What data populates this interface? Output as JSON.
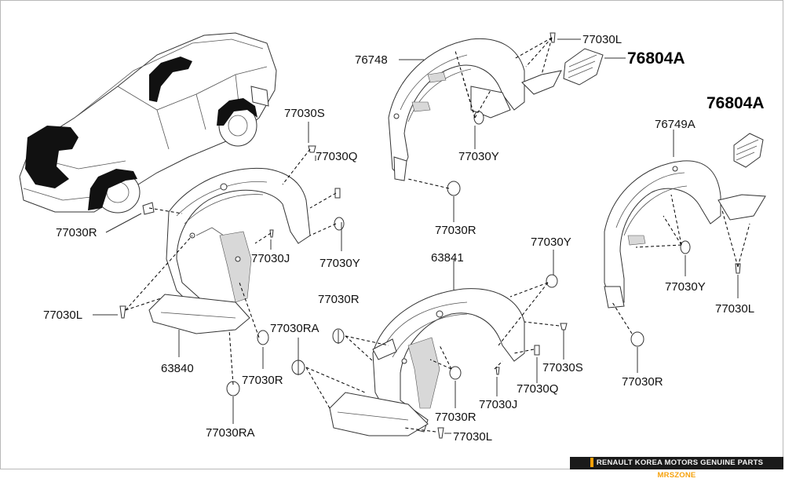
{
  "labels": {
    "l76748": "76748",
    "l77030L_top": "77030L",
    "l76804A_top": "76804A",
    "l76804A_right": "76804A",
    "l76749A": "76749A",
    "l77030S_left": "77030S",
    "l77030Q_left": "77030Q",
    "l77030Y_top": "77030Y",
    "l77030R_topmid": "77030R",
    "l77030R_left": "77030R",
    "l77030J_left": "77030J",
    "l77030Y_left": "77030Y",
    "l77030L_left": "77030L",
    "l63840": "63840",
    "l77030R_lower": "77030R",
    "l77030RA_bottom": "77030RA",
    "l77030R_mid": "77030R",
    "l77030RA_mid": "77030RA",
    "l63841": "63841",
    "l77030Y_mid": "77030Y",
    "l77030S_mid": "77030S",
    "l77030Q_mid": "77030Q",
    "l77030J_mid": "77030J",
    "l77030R_bottommid": "77030R",
    "l77030L_bottommid": "77030L",
    "l77030Y_right": "77030Y",
    "l77030L_right": "77030L",
    "l77030R_right": "77030R"
  },
  "footer": {
    "text": "RENAULT KOREA MOTORS GENUINE PARTS",
    "brand": "MRSZONE"
  }
}
